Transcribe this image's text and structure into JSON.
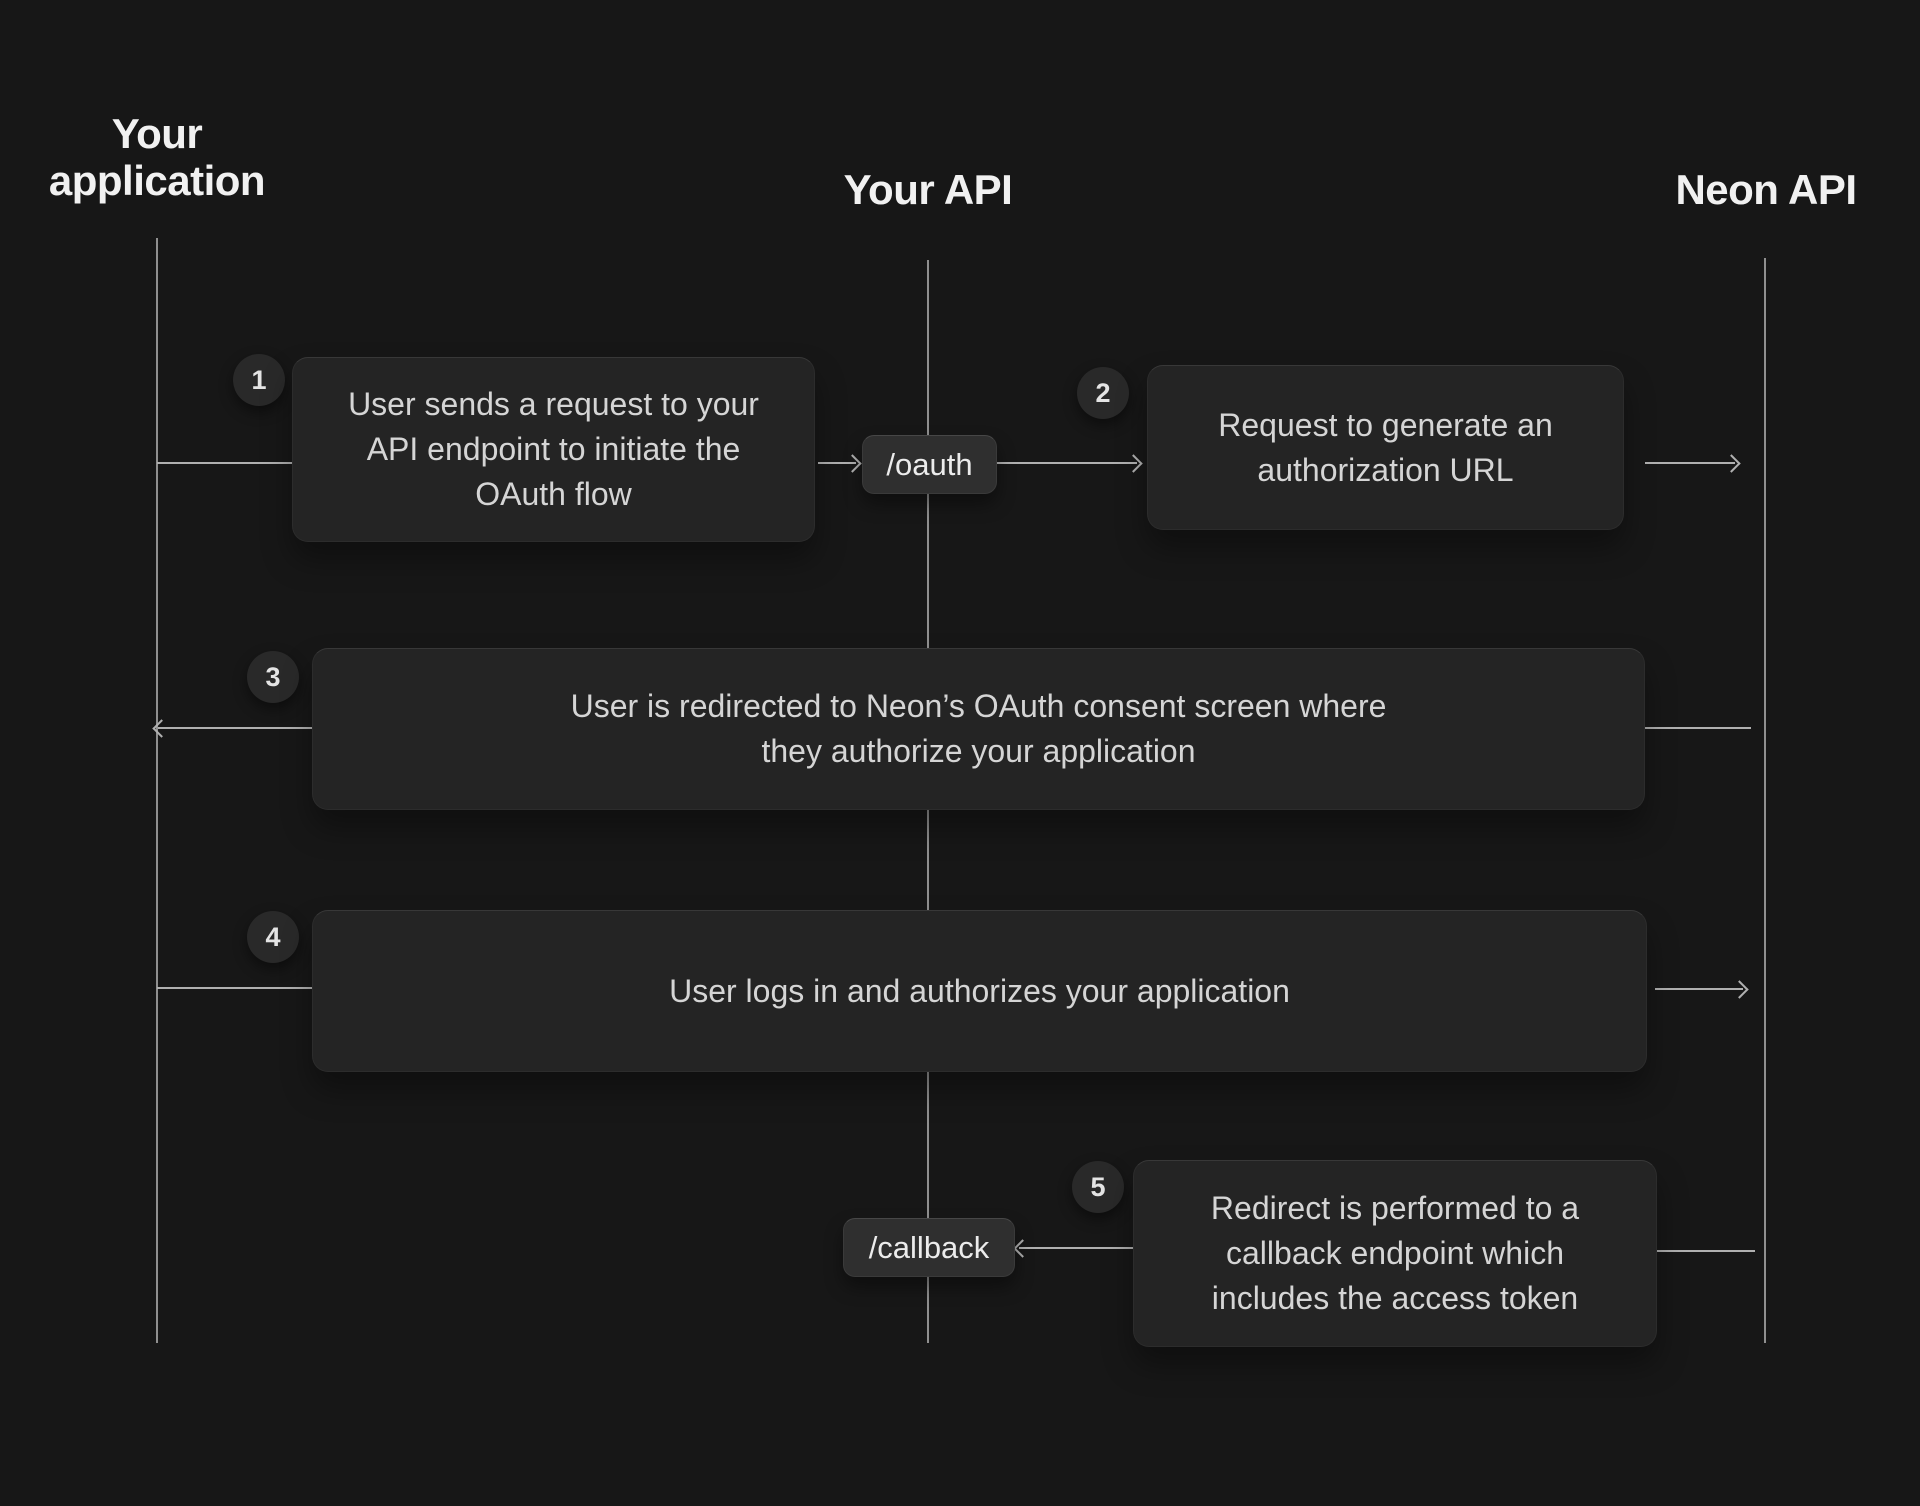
{
  "diagram_title": "Neon OAuth flow sequence diagram",
  "actors": [
    {
      "id": "your-application",
      "label": "Your application"
    },
    {
      "id": "your-api",
      "label": "Your API"
    },
    {
      "id": "neon-api",
      "label": "Neon API"
    }
  ],
  "endpoints": [
    {
      "id": "oauth",
      "label": "/oauth"
    },
    {
      "id": "callback",
      "label": "/callback"
    }
  ],
  "steps": [
    {
      "number": "1",
      "from": "your-application",
      "to": "your-api",
      "text": "User sends a request to your\nAPI endpoint to initiate the\nOAuth flow"
    },
    {
      "number": "2",
      "from": "your-api",
      "to": "neon-api",
      "text": "Request to generate an\nauthorization URL"
    },
    {
      "number": "3",
      "from": "neon-api",
      "to": "your-application",
      "text": "User is redirected to Neon’s OAuth consent screen where\nthey authorize your application"
    },
    {
      "number": "4",
      "from": "your-application",
      "to": "neon-api",
      "text": "User logs in and authorizes your application"
    },
    {
      "number": "5",
      "from": "neon-api",
      "to": "your-api",
      "text": "Redirect is performed to a\ncallback endpoint which\nincludes the access token"
    }
  ],
  "colors": {
    "bg": "#171717",
    "box": "#242424",
    "pill": "#2f2f2f",
    "badge": "#292929",
    "line": "#b0b0b0",
    "lifeline": "#8f8f8f",
    "text": "#d5d5d5",
    "heading": "#f1f1f1"
  }
}
